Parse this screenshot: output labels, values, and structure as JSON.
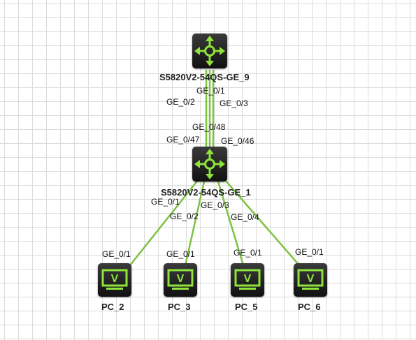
{
  "colors": {
    "link": "#7dc242",
    "icon": "#8fe33a"
  },
  "devices": {
    "sw9": {
      "label": "S5820V2-54QS-GE_9",
      "icon": "switch-arrows-icon"
    },
    "sw1": {
      "label": "S5820V2-54QS-GE_1",
      "icon": "switch-arrows-icon"
    },
    "pc2": {
      "label": "PC_2",
      "icon": "monitor-icon"
    },
    "pc3": {
      "label": "PC_3",
      "icon": "monitor-icon"
    },
    "pc5": {
      "label": "PC_5",
      "icon": "monitor-icon"
    },
    "pc6": {
      "label": "PC_6",
      "icon": "monitor-icon"
    }
  },
  "monitor_glyph": "V",
  "links": [
    {
      "id": "l1",
      "a_port": "GE_0/1",
      "b_port": "GE_0/48"
    },
    {
      "id": "l2",
      "a_port": "GE_0/2",
      "b_port": "GE_0/47"
    },
    {
      "id": "l3",
      "a_port": "GE_0/3",
      "b_port": "GE_0/46"
    },
    {
      "id": "l4",
      "a_port": "GE_0/1",
      "b_port": "GE_0/1"
    },
    {
      "id": "l5",
      "a_port": "GE_0/2",
      "b_port": "GE_0/1"
    },
    {
      "id": "l6",
      "a_port": "GE_0/3",
      "b_port": "GE_0/1"
    },
    {
      "id": "l7",
      "a_port": "GE_0/4",
      "b_port": "GE_0/1"
    }
  ]
}
